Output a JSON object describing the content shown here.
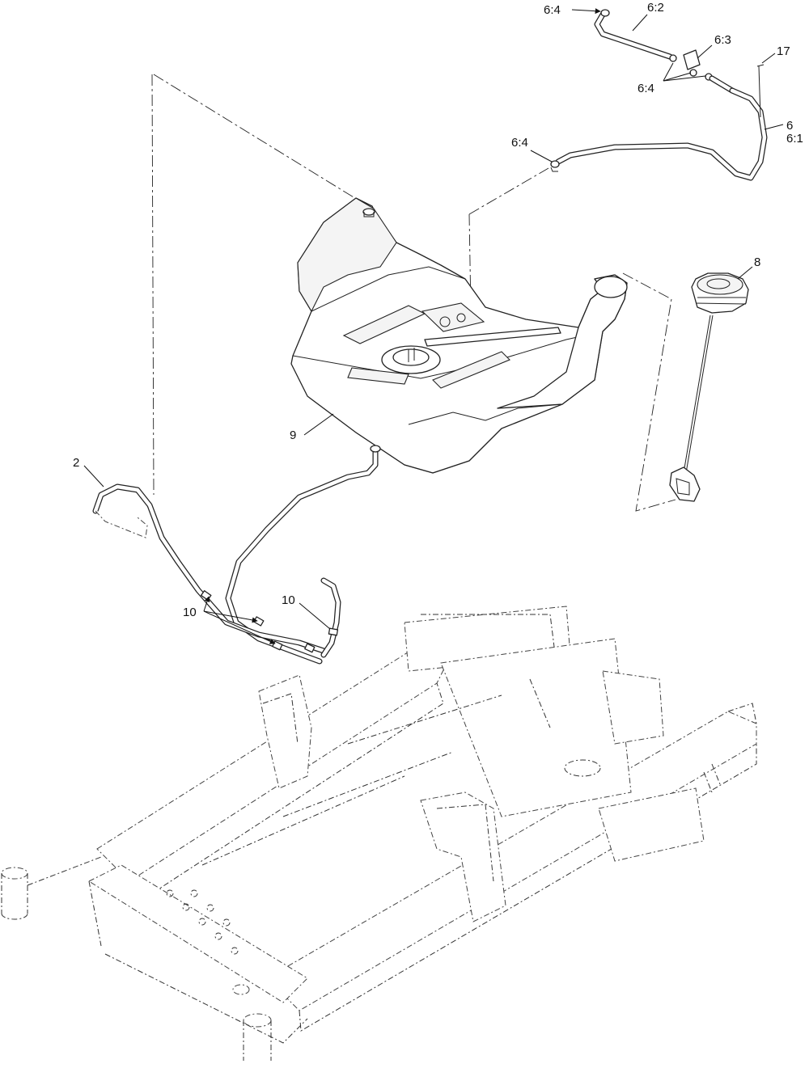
{
  "callouts": {
    "c_6_4_top": "6:4",
    "c_6_2": "6:2",
    "c_6_3": "6:3",
    "c_17": "17",
    "c_6_4_mid": "6:4",
    "c_6": "6",
    "c_6_1": "6:1",
    "c_6_4_left": "6:4",
    "c_8": "8",
    "c_9": "9",
    "c_2": "2",
    "c_10_right": "10",
    "c_10_left": "10"
  }
}
